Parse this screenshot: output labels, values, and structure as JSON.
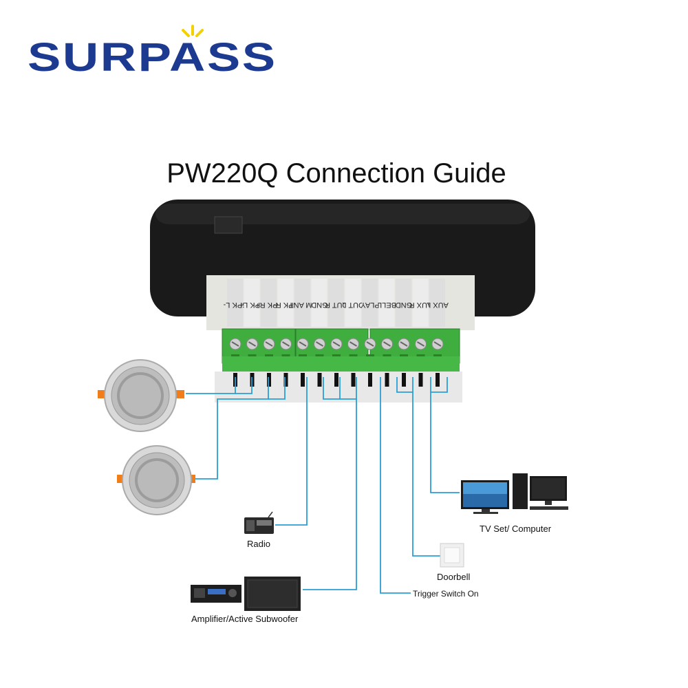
{
  "logo": {
    "text": "SURPASS"
  },
  "title": "PW220Q Connection Guide",
  "terminals": [
    "SPK L-",
    "SPK L+",
    "SPK R+",
    "SPK R-",
    "FM ANT",
    "GND",
    "OUT R",
    "OUT L",
    "PLAY",
    "BELL",
    "GND",
    "AUX R",
    "AUX L"
  ],
  "devices": {
    "radio": "Radio",
    "amplifier": "Amplifier/Active Subwoofer",
    "trigger": "Trigger Switch On",
    "doorbell": "Doorbell",
    "tv_computer": "TV Set/ Computer"
  },
  "colors": {
    "brand": "#1c3a8f",
    "wire": "#2a9fd6",
    "terminal_green": "#3fae3f",
    "device_black": "#1a1a1a"
  }
}
